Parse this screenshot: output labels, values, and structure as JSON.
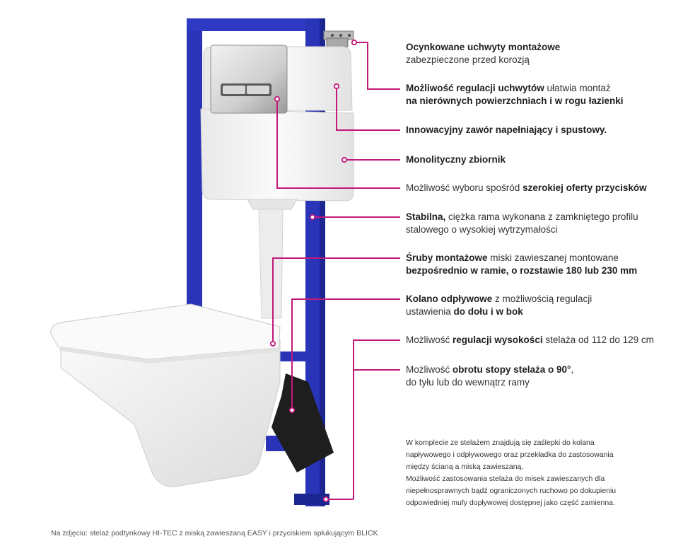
{
  "colors": {
    "frame": "#2a34b8",
    "leader": "#c2187a",
    "ceramic": "#f4f4f4",
    "text": "#333333"
  },
  "callouts": [
    {
      "line1": [
        {
          "t": "Ocynkowane uchwyty montażowe",
          "b": true
        }
      ],
      "line2": [
        {
          "t": "zabezpieczone przed korozją",
          "b": false
        }
      ]
    },
    {
      "line1": [
        {
          "t": "Możliwość regulacji uchwytów",
          "b": true
        },
        {
          "t": " ułatwia montaż",
          "b": false
        }
      ],
      "line2": [
        {
          "t": "na nierównych powierzchniach i w rogu łazienki",
          "b": true
        }
      ]
    },
    {
      "line1": [
        {
          "t": "Innowacyjny zawór napełniający i spustowy.",
          "b": true
        }
      ]
    },
    {
      "line1": [
        {
          "t": "Monolityczny zbiornik",
          "b": true
        }
      ]
    },
    {
      "line1": [
        {
          "t": "Możliwość wyboru spośród ",
          "b": false
        },
        {
          "t": "szerokiej oferty przycisków",
          "b": true
        }
      ]
    },
    {
      "line1": [
        {
          "t": "Stabilna,",
          "b": true
        },
        {
          "t": " ciężka rama wykonana z zamkniętego profilu",
          "b": false
        }
      ],
      "line2": [
        {
          "t": "stalowego o wysokiej wytrzymałości",
          "b": false
        }
      ]
    },
    {
      "line1": [
        {
          "t": "Śruby montażowe",
          "b": true
        },
        {
          "t": " miski zawieszanej montowane",
          "b": false
        }
      ],
      "line2": [
        {
          "t": "bezpośrednio w ramie, o rozstawie 180 lub 230 mm",
          "b": true
        }
      ]
    },
    {
      "line1": [
        {
          "t": "Kolano odpływowe",
          "b": true
        },
        {
          "t": " z możliwością regulacji",
          "b": false
        }
      ],
      "line2": [
        {
          "t": "ustawienia ",
          "b": false
        },
        {
          "t": "do dołu i w bok",
          "b": true
        }
      ]
    },
    {
      "line1": [
        {
          "t": "Możliwość ",
          "b": false
        },
        {
          "t": "regulacji wysokości",
          "b": true
        },
        {
          "t": " stelaża od 112 do 129 cm",
          "b": false
        }
      ]
    },
    {
      "line1": [
        {
          "t": "Możliwość ",
          "b": false
        },
        {
          "t": "obrotu stopy stelaża o 90°",
          "b": true
        },
        {
          "t": ",",
          "b": false
        }
      ],
      "line2": [
        {
          "t": "do tyłu lub do wewnątrz ramy",
          "b": false
        }
      ]
    }
  ],
  "note": [
    "W komplecie ze stelażem znajdują się zaślepki do kolana",
    "napływowego i odpływowego oraz przekładka do zastosowania",
    "między ścianą a miską zawieszaną.",
    "Możliwość zastosowania stelaża do misek zawieszanych dla",
    "niepełnosprawnych bądź ograniczonych ruchowo po dokupieniu",
    "odpowiedniej mufy dopływowej dostępnej jako część zamienna."
  ],
  "caption": "Na zdjęciu: stelaż podtynkowy HI-TEC z miską zawieszaną EASY i przyciskiem spłukującym BLICK"
}
